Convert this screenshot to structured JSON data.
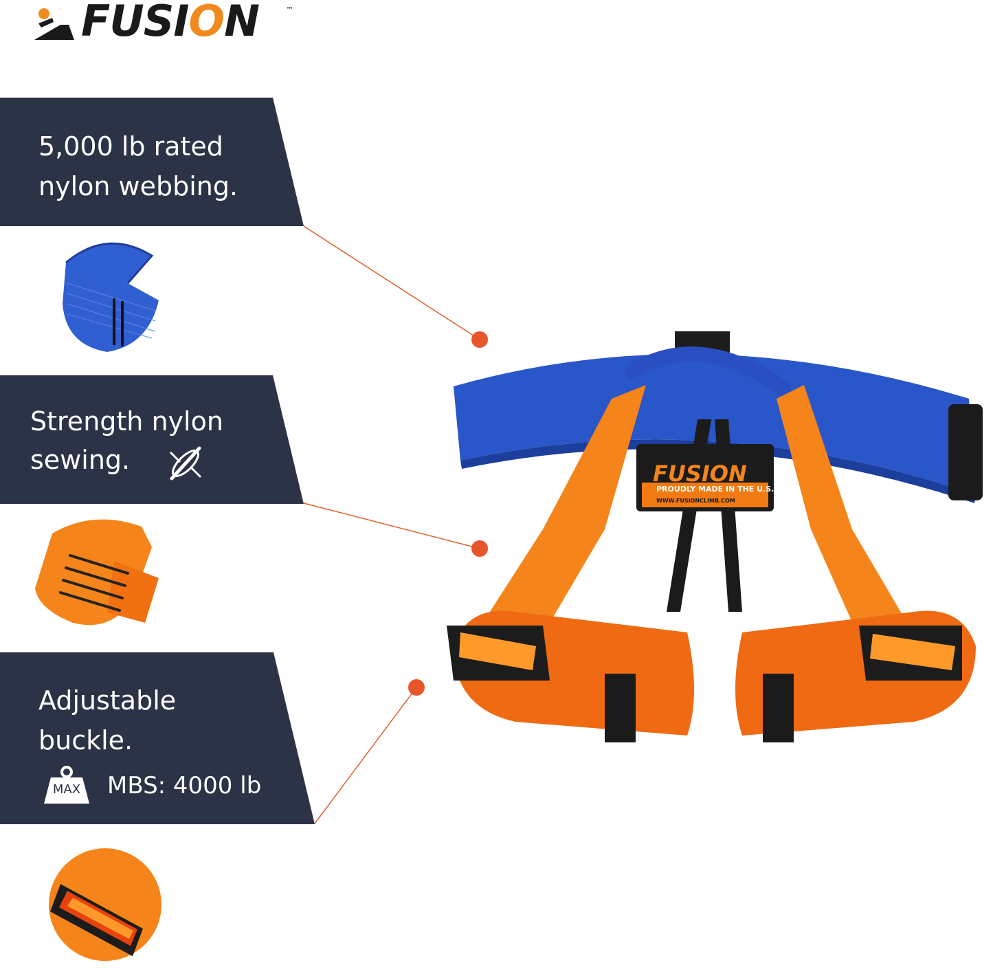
{
  "brand": {
    "wordmark_main": "FUSI",
    "wordmark_accent": "O",
    "wordmark_end": "N",
    "trademark": "™",
    "accent_color": "#f08a1c"
  },
  "features": [
    {
      "line1": "5,000 lb rated",
      "line2": "nylon webbing.",
      "icon": "webbing-loop-icon"
    },
    {
      "line1": "Strength nylon",
      "line2": "sewing.",
      "icon": "needle-thread-icon"
    },
    {
      "line1": "Adjustable",
      "line2": "buckle.",
      "icon": "buckle-icon"
    }
  ],
  "max_badge": {
    "label": "MAX",
    "text": "MBS: 4000 lb"
  },
  "product_label": {
    "wordmark": "FUSION",
    "tagline": "PROUDLY MADE IN THE U.S.A",
    "url": "WWW.FUSIONCLIMB.COM"
  },
  "colors": {
    "banner": "#2c3346",
    "leader_line": "#e0602a",
    "webbing_blue": "#2956c8",
    "webbing_orange": "#f27a12"
  }
}
